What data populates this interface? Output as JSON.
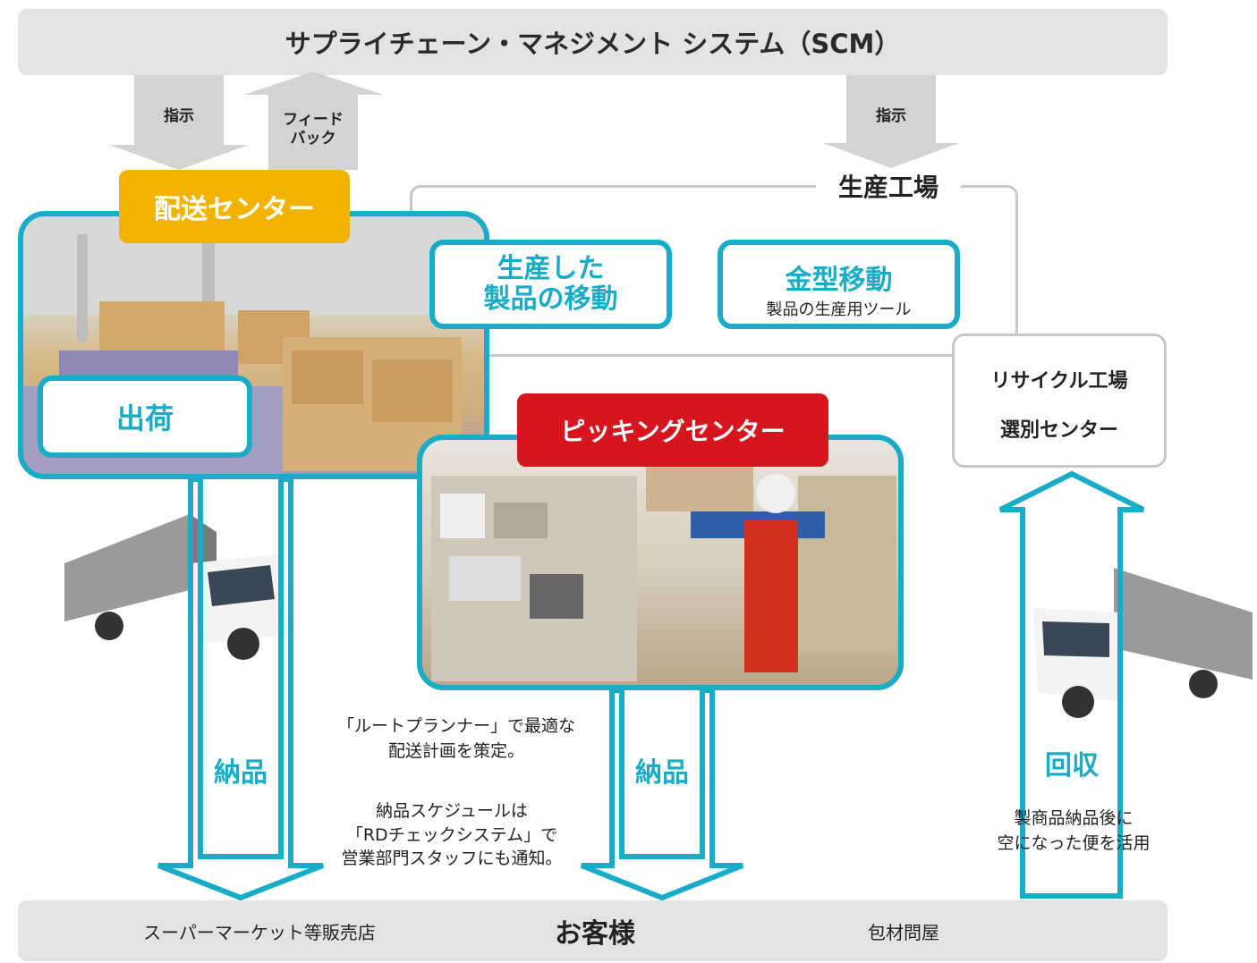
{
  "top_system": {
    "title": "サプライチェーン・マネジメント システム（SCM）"
  },
  "arrows": {
    "instruction_left": "指示",
    "feedback": "フィード\nバック",
    "instruction_right": "指示"
  },
  "factory": {
    "title": "生産工場",
    "box_products": "生産した\n製品の移動",
    "box_mold_title": "金型移動",
    "box_mold_sub": "製品の生産用ツール"
  },
  "distribution_center": {
    "title": "配送センター",
    "shipping": "出荷"
  },
  "picking_center": {
    "title": "ピッキングセンター"
  },
  "recycle": {
    "line1": "リサイクル工場",
    "line2": "選別センター"
  },
  "delivery": {
    "left": "納品",
    "middle": "納品",
    "collection": "回収"
  },
  "notes": {
    "route": "「ルートプランナー」で最適な\n配送計画を策定。",
    "schedule": "納品スケジュールは\n「RDチェックシステム」で\n営業部門スタッフにも通知。",
    "collection": "製商品納品後に\n空になった便を活用"
  },
  "customers": {
    "title": "お客様",
    "left": "スーパーマーケット等販売店",
    "right": "包材問屋"
  },
  "colors": {
    "teal": "#19acc9",
    "orange": "#f2b300",
    "red": "#d7151e",
    "gray_bar": "#e3e3e3",
    "gray_arrow": "#d3d3d3"
  }
}
